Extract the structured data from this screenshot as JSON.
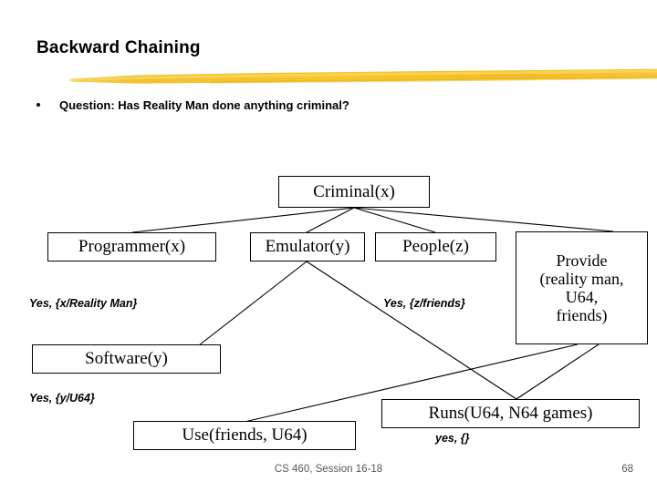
{
  "slide": {
    "title": "Backward Chaining",
    "accent_color": "#F2C12E",
    "bullet": {
      "marker": "bullet-dot",
      "text": "Question:  Has Reality Man done anything criminal?"
    },
    "footer": {
      "center": "CS 460, Session 16-18",
      "page": "68",
      "color": "#595959"
    }
  },
  "diagram": {
    "nodes": [
      {
        "id": "criminal",
        "label": "Criminal(x)"
      },
      {
        "id": "programmer",
        "label": "Programmer(x)"
      },
      {
        "id": "emulator",
        "label": "Emulator(y)"
      },
      {
        "id": "people",
        "label": "People(z)"
      },
      {
        "id": "provide",
        "label": "Provide\n(reality man,\nU64,\nfriends)"
      },
      {
        "id": "software",
        "label": "Software(y)"
      },
      {
        "id": "use",
        "label": "Use(friends, U64)"
      },
      {
        "id": "runs",
        "label": "Runs(U64, N64 games)"
      }
    ],
    "annotations": [
      {
        "id": "x",
        "text": "Yes, {x/Reality Man}"
      },
      {
        "id": "z",
        "text": "Yes, {z/friends}"
      },
      {
        "id": "y",
        "text": "Yes, {y/U64}"
      },
      {
        "id": "empty",
        "text": "yes, {}"
      }
    ],
    "edges": [
      {
        "from": "criminal",
        "to": "programmer"
      },
      {
        "from": "criminal",
        "to": "emulator"
      },
      {
        "from": "criminal",
        "to": "people"
      },
      {
        "from": "criminal",
        "to": "provide"
      },
      {
        "from": "emulator",
        "to": "software"
      },
      {
        "from": "emulator",
        "to": "runs"
      },
      {
        "from": "provide",
        "to": "use"
      },
      {
        "from": "provide",
        "to": "runs"
      }
    ]
  }
}
